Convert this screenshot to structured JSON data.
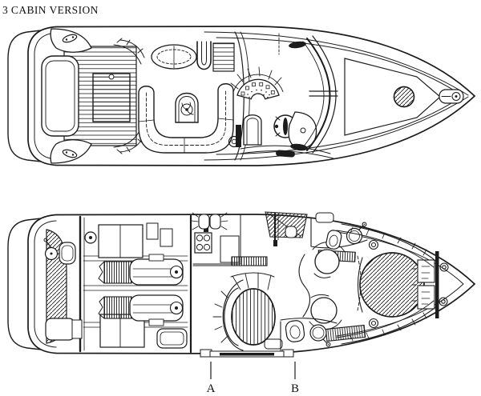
{
  "title": "3 CABIN VERSION",
  "colors": {
    "ink": "#1c1c1c",
    "paper": "#ffffff"
  },
  "markers": [
    {
      "label": "A"
    },
    {
      "label": "B"
    }
  ],
  "plans": [
    {
      "name": "main-deck-plan",
      "features": [
        "swim-platform",
        "stern-bench",
        "cockpit-teak-deck",
        "cockpit-hatch",
        "cockpit-settee",
        "cockpit-table",
        "oval-bench",
        "wet-bar",
        "ladder-steps",
        "helm-console",
        "steering-wheel",
        "helm-seat",
        "companion-seat",
        "windshield",
        "foredeck-sunpad",
        "deck-hatch",
        "anchor-windlass",
        "mooring-cleats"
      ]
    },
    {
      "name": "lower-deck-plan",
      "features": [
        "swim-platform",
        "transom-shower",
        "transom-locker",
        "engine-room",
        "twin-engines",
        "generator",
        "galley-stove",
        "galley-sink",
        "circular-dinette",
        "wardrobes",
        "aft-head-toilet",
        "aft-head-sink",
        "forward-head-toilet",
        "forward-head-sink",
        "mid-cabin",
        "forward-cabin-round-bed",
        "bow-shelves",
        "bow-locker",
        "portholes"
      ]
    }
  ]
}
